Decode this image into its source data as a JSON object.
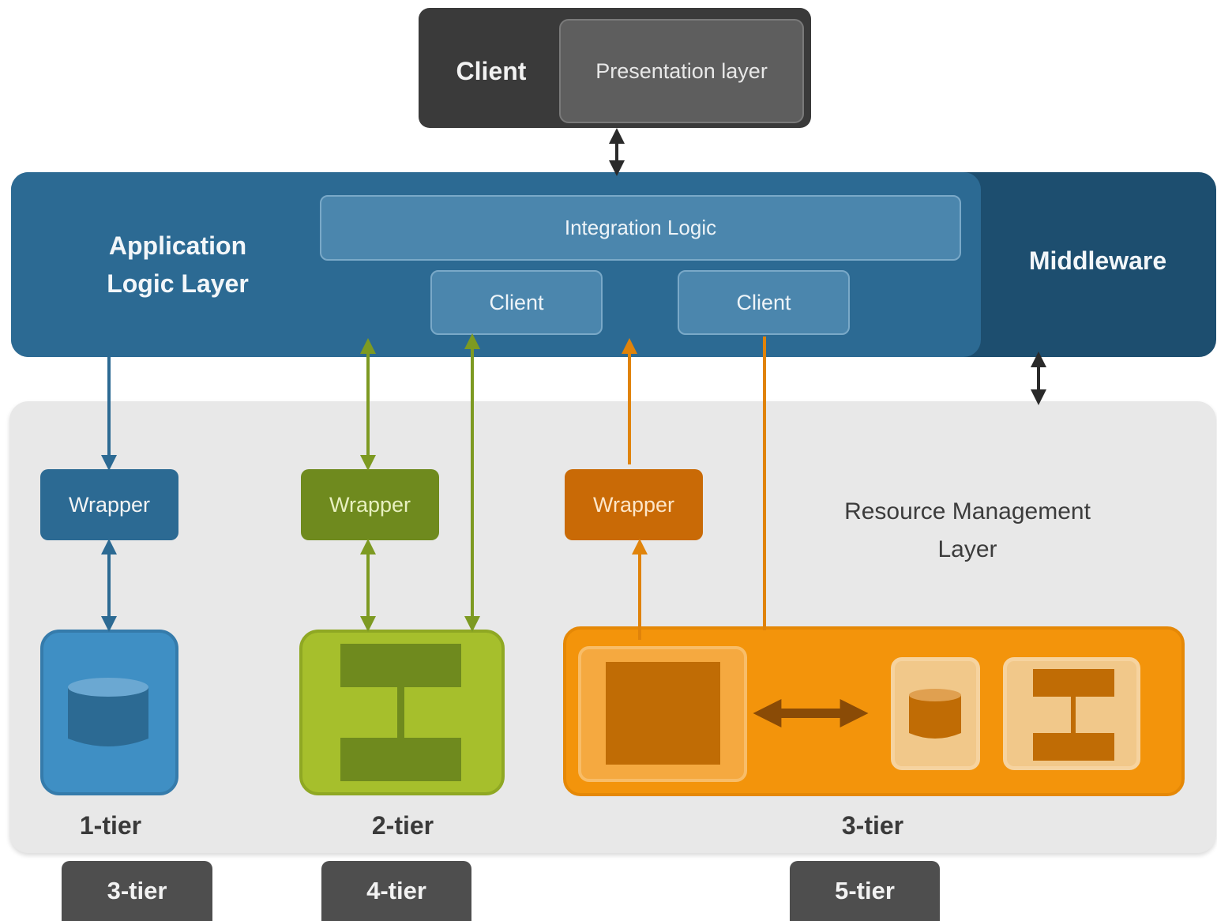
{
  "client": {
    "label": "Client",
    "presentation_layer": "Presentation layer"
  },
  "middleware": {
    "app_logic_label": "Application Logic Layer",
    "label": "Middleware",
    "integration_logic": "Integration Logic",
    "clients": [
      "Client",
      "Client"
    ]
  },
  "resource": {
    "label": "Resource Management Layer",
    "wrappers": [
      "Wrapper",
      "Wrapper",
      "Wrapper"
    ],
    "tier_labels": [
      "1-tier",
      "2-tier",
      "3-tier"
    ]
  },
  "badges": [
    "3-tier",
    "4-tier",
    "5-tier"
  ],
  "colors": {
    "client_dark": "#3a3a3a",
    "middleware_dark": "#1d4e6f",
    "app_logic_blue": "#2c6a93",
    "tier1_blue": "#3f8fc4",
    "tier2_green": "#a6bf2c",
    "tier3_orange": "#f3940b",
    "resource_grey": "#e8e8e8"
  }
}
